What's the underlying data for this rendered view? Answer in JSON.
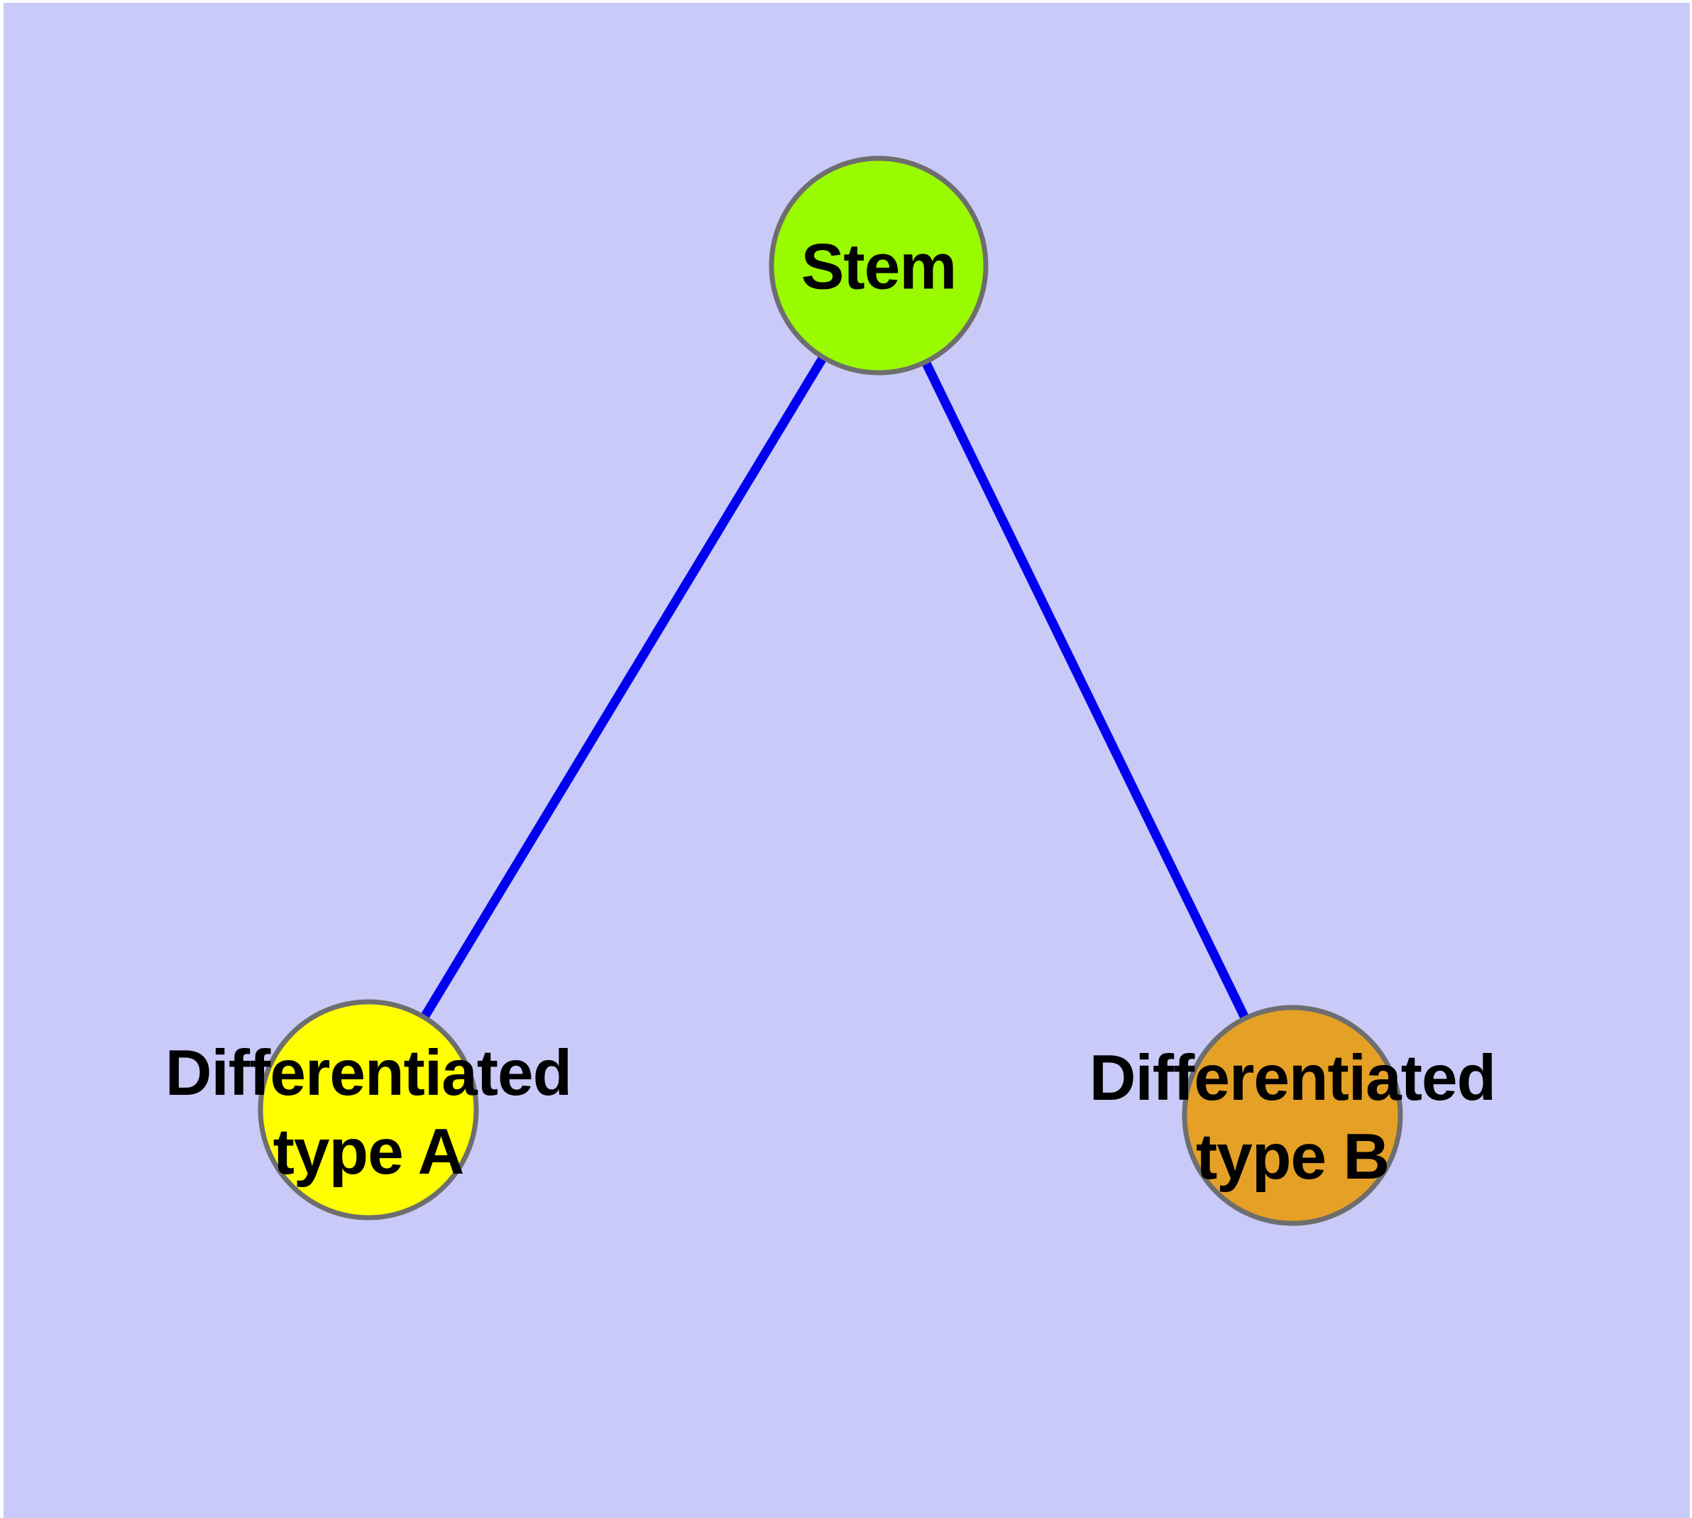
{
  "diagram": {
    "type": "node-link-graph",
    "background_color": "#CACAF9",
    "frame_color": "#FFFFFF",
    "edge_color": "#0000F0",
    "node_border_color": "#6E6E6E",
    "label_color": "#000000",
    "nodes": [
      {
        "id": "stem",
        "label": "Stem",
        "fill": "#9AFA00"
      },
      {
        "id": "differentiated-type-a",
        "label": "Differentiated\ntype A",
        "fill": "#FFFF00"
      },
      {
        "id": "differentiated-type-b",
        "label": "Differentiated\ntype B",
        "fill": "#E5A026"
      }
    ],
    "edges": [
      {
        "from": "stem",
        "to": "differentiated-type-a"
      },
      {
        "from": "stem",
        "to": "differentiated-type-b"
      }
    ]
  }
}
